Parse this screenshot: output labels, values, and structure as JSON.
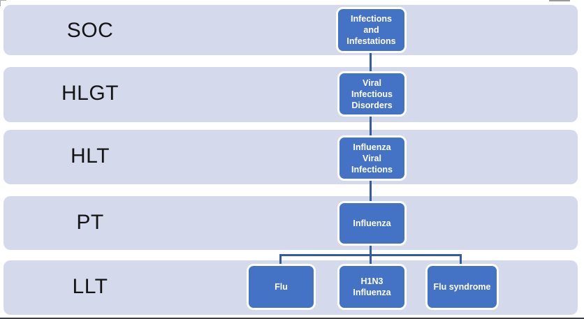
{
  "diagram": {
    "title_implied": "MedDRA hierarchy",
    "rows": [
      {
        "id": "soc",
        "label": "SOC"
      },
      {
        "id": "hlgt",
        "label": "HLGT"
      },
      {
        "id": "hlt",
        "label": "HLT"
      },
      {
        "id": "pt",
        "label": "PT"
      },
      {
        "id": "llt",
        "label": "LLT"
      }
    ],
    "nodes": {
      "soc": "Infections\nand\nInfestations",
      "hlgt": "Viral\nInfectious\nDisorders",
      "hlt": "Influenza\nViral\nInfections",
      "pt": "Influenza",
      "llt_flu": "Flu",
      "llt_h1n3": "H1N3\nInfluenza",
      "llt_flu_syndrome": "Flu syndrome"
    },
    "colors": {
      "band_fill": "#d4d9ec",
      "node_fill": "#4472c4",
      "node_border": "#ffffff",
      "node_text": "#ffffff",
      "connector": "#345b9f",
      "row_label_text": "#141414",
      "background": "#ffffff"
    }
  }
}
